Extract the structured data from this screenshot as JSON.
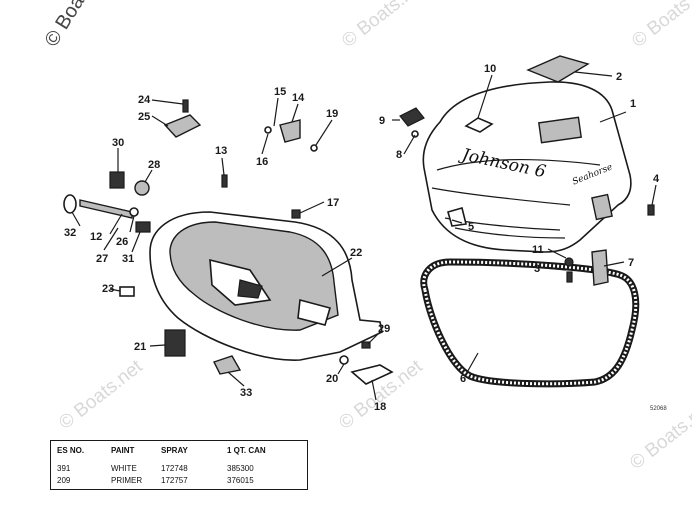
{
  "watermarks": [
    "© Boats.net",
    "© Boats.net",
    "© Boats.net",
    "© Boats.net",
    "© Boats.net",
    "© Boats.net"
  ],
  "brand": {
    "name": "Johnson 6",
    "model": "Seahorse"
  },
  "drawing_number": "52068",
  "callouts": [
    "1",
    "2",
    "3",
    "4",
    "5",
    "6",
    "7",
    "8",
    "9",
    "10",
    "11",
    "12",
    "13",
    "14",
    "15",
    "16",
    "17",
    "19",
    "20",
    "21",
    "22",
    "23",
    "24",
    "25",
    "26",
    "27",
    "28",
    "29",
    "30",
    "31",
    "32",
    "33",
    "18"
  ],
  "table": {
    "headers": [
      "ES NO.",
      "PAINT",
      "SPRAY",
      "1 QT. CAN"
    ],
    "rows": [
      [
        "391",
        "WHITE",
        "172748",
        "385300"
      ],
      [
        "209",
        "PRIMER",
        "172757",
        "376015"
      ]
    ]
  }
}
